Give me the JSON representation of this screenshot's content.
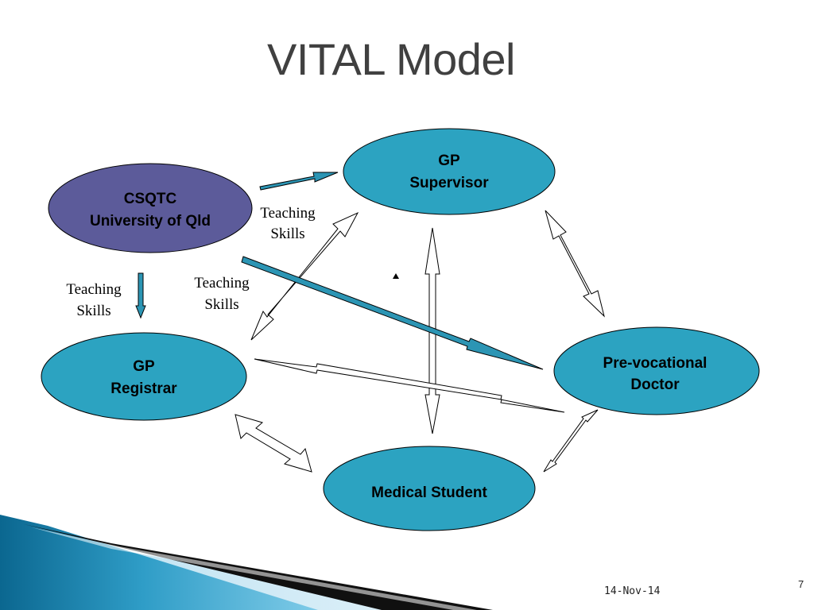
{
  "slide": {
    "title": "VITAL Model",
    "date": "14-Nov-14",
    "page_number": "7"
  },
  "nodes": {
    "csqtc": {
      "line1": "CSQTC",
      "line2": "University of Qld",
      "fill": "#5c5b9a"
    },
    "gp_supervisor": {
      "line1": "GP",
      "line2": "Supervisor",
      "fill": "#2ca3c1"
    },
    "gp_registrar": {
      "line1": "GP",
      "line2": "Registrar",
      "fill": "#2ca3c1"
    },
    "prevocational": {
      "line1": "Pre-vocational",
      "line2": "Doctor",
      "fill": "#2ca3c1"
    },
    "medical_student": {
      "line1": "Medical Student",
      "fill": "#2ca3c1"
    }
  },
  "annotations": {
    "left": {
      "line1": "Teaching",
      "line2": "Skills"
    },
    "middle": {
      "line1": "Teaching",
      "line2": "Skills"
    },
    "top": {
      "line1": "Teaching",
      "line2": "Skills"
    }
  },
  "colors": {
    "title": "#404040",
    "accent_arrow": "#2c95b4",
    "swoosh_dark": "#0b5f82",
    "swoosh_light": "#56b9dd"
  }
}
